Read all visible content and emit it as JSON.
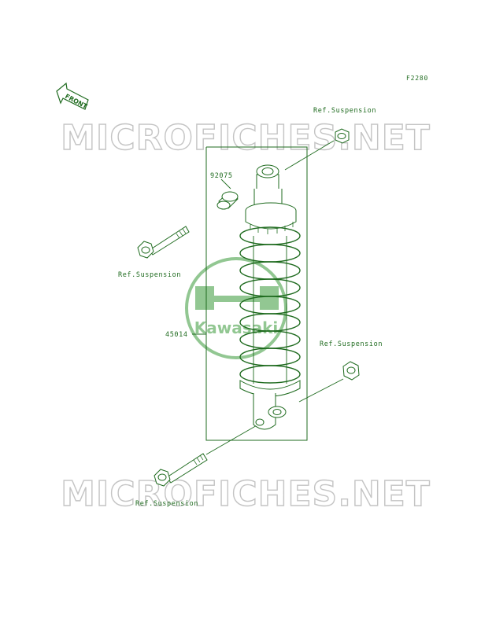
{
  "figure_code": "F2280",
  "front_label": "FRONT",
  "watermark": {
    "text": "MICROFICHES.NET",
    "logo_text": "Kawasaki",
    "color": "#c8c8c8",
    "logo_color": "#2e8b2e"
  },
  "line_color": "#1f6b1f",
  "parts": {
    "spacer": "92075",
    "shock_absorber": "45014"
  },
  "refs": {
    "top_nut": "Ref.Suspension",
    "upper_bolt": "Ref.Suspension",
    "lower_nut": "Ref.Suspension",
    "lower_bolt": "Ref.Suspension"
  }
}
